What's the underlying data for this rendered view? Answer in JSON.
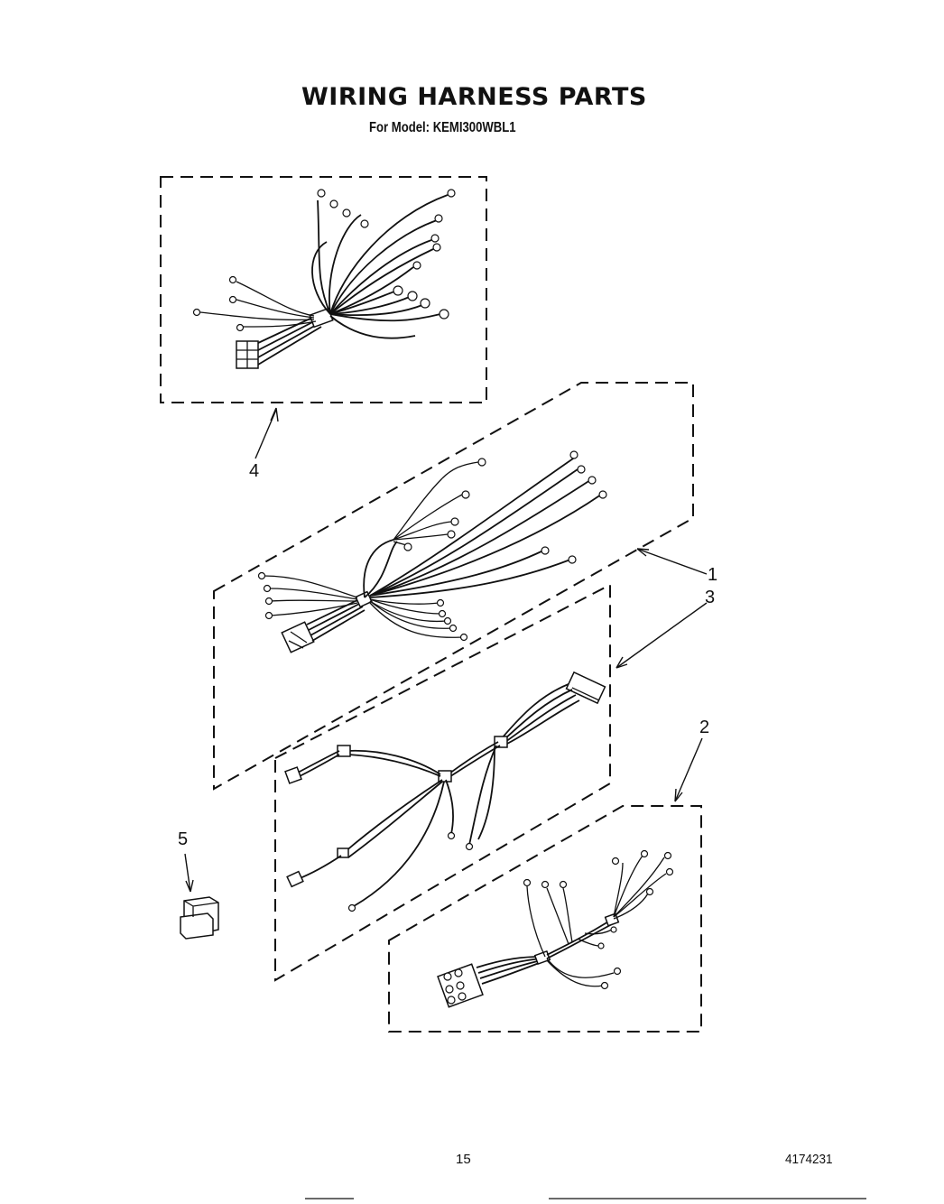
{
  "header": {
    "title": "WIRING HARNESS PARTS",
    "subtitle": "For Model: KEMI300WBL1"
  },
  "callouts": {
    "item_1": "1",
    "item_2": "2",
    "item_3": "3",
    "item_4": "4",
    "item_5": "5"
  },
  "footer": {
    "page_number": "15",
    "document_number": "4174231"
  }
}
